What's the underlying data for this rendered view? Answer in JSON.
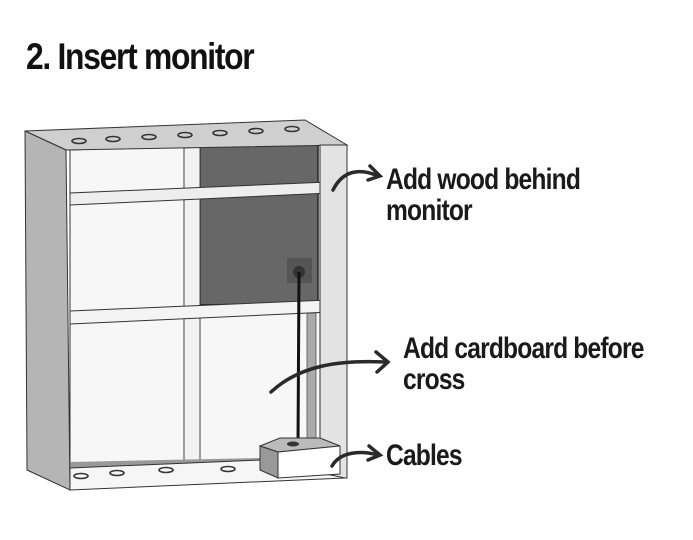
{
  "title": "2. Insert monitor",
  "annotations": {
    "wood": [
      "Add wood behind",
      "monitor"
    ],
    "cardboard": [
      "Add cardboard before",
      "cross"
    ],
    "cables": [
      "Cables"
    ]
  },
  "colors": {
    "frame_side": "#b8b8b8",
    "frame_top": "#cfcfcf",
    "frame_inner": "#e6e6e6",
    "monitor": "#666666",
    "background_panel": "#f7f7f7",
    "text": "#1a1a1a"
  }
}
